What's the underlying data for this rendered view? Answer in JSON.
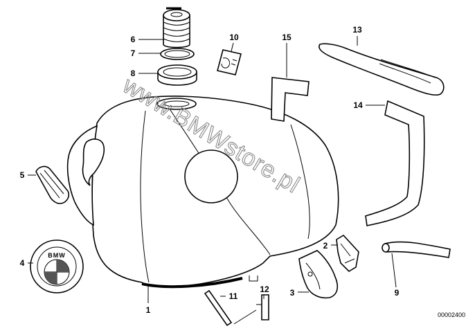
{
  "diagram": {
    "callouts": [
      "1",
      "2",
      "3",
      "4",
      "5",
      "6",
      "7",
      "8",
      "9",
      "10",
      "11",
      "12",
      "13",
      "14",
      "15"
    ],
    "document_number": "00002400",
    "watermark": "www.BMWstore.pl",
    "emblem_text": "BMW"
  }
}
